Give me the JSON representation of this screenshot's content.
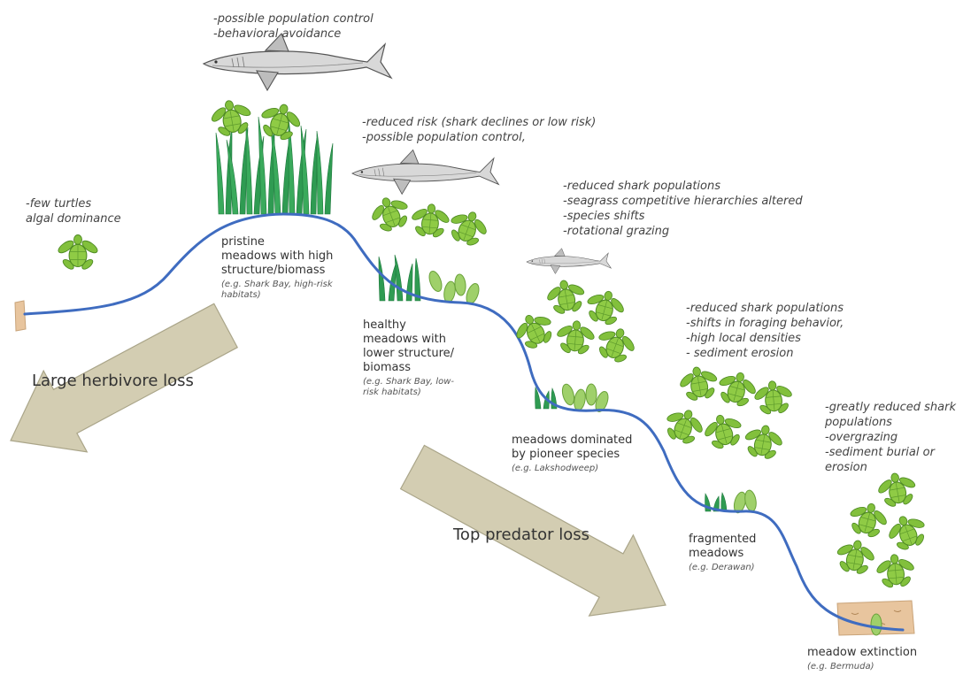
{
  "annotations": {
    "pristine": [
      "-possible population control",
      "-behavioral avoidance"
    ],
    "healthy": [
      "-reduced risk (shark declines or low risk)",
      "-possible population control,"
    ],
    "pioneer": [
      "-reduced shark populations",
      "-seagrass competitive hierarchies altered",
      "-species shifts",
      "-rotational grazing"
    ],
    "fragmented": [
      "-reduced shark populations",
      "-shifts in foraging behavior,",
      "-high local densities",
      "- sediment erosion"
    ],
    "extinction": [
      "-greatly reduced shark",
      "populations",
      "-overgrazing",
      "-sediment burial or",
      "erosion"
    ],
    "algal": [
      "-few turtles",
      "algal dominance"
    ]
  },
  "states": {
    "pristine": {
      "lines": [
        "pristine",
        "meadows with high",
        "structure/biomass"
      ],
      "example": [
        "(e.g. Shark Bay, high-risk",
        "habitats)"
      ]
    },
    "healthy": {
      "lines": [
        "healthy",
        "meadows with",
        "lower structure/",
        "biomass"
      ],
      "example": [
        "(e.g. Shark Bay, low-",
        "risk habitats)"
      ]
    },
    "pioneer": {
      "lines": [
        "meadows dominated",
        "by pioneer species"
      ],
      "example": [
        "(e.g. Lakshodweep)"
      ]
    },
    "fragmented": {
      "lines": [
        "fragmented",
        "meadows"
      ],
      "example": [
        "(e.g. Derawan)"
      ]
    },
    "extinction": {
      "lines": [
        "meadow extinction"
      ],
      "example": [
        "(e.g. Bermuda)"
      ]
    }
  },
  "arrows": {
    "herbivore": "Large herbivore loss",
    "predator": "Top predator loss"
  },
  "colors": {
    "curve": "#3f6cc0",
    "seagrass": "#2f9b52",
    "seagrass_light": "#6bbf4e",
    "turtle": "#82c03c",
    "turtle_dark": "#4e8a23",
    "arrow_fill": "#d3cdb2",
    "arrow_stroke": "#aaa589",
    "sediment": "#e8c59e",
    "shark": "#c9c9c9"
  },
  "icons": [
    "shark-icon",
    "sea-turtle-icon",
    "seagrass-icon",
    "algae-icon",
    "arrow-icon"
  ]
}
